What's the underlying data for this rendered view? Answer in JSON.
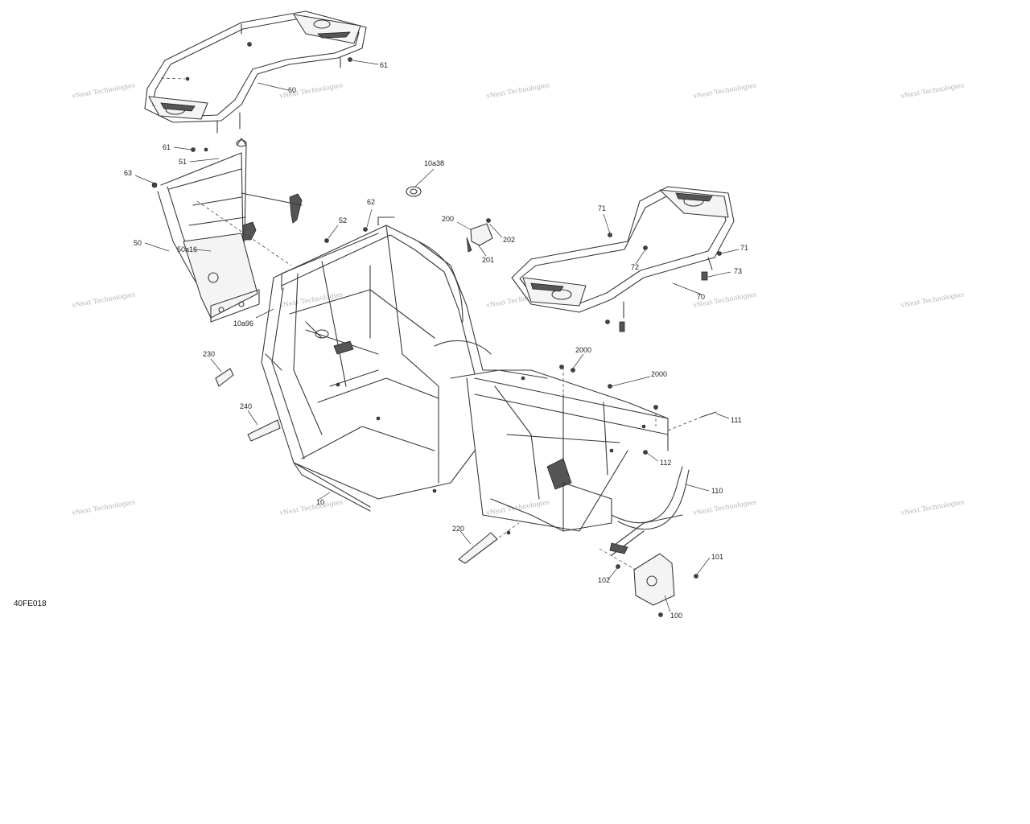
{
  "diagram": {
    "reference_code": "40FE018",
    "watermark_text": "vNext Technologies",
    "callouts": [
      {
        "id": "61a",
        "label": "61"
      },
      {
        "id": "60",
        "label": "60"
      },
      {
        "id": "61b",
        "label": "61"
      },
      {
        "id": "51",
        "label": "51"
      },
      {
        "id": "63",
        "label": "63"
      },
      {
        "id": "50",
        "label": "50"
      },
      {
        "id": "50a16",
        "label": "50a16"
      },
      {
        "id": "10a96",
        "label": "10a96"
      },
      {
        "id": "52",
        "label": "52"
      },
      {
        "id": "62",
        "label": "62"
      },
      {
        "id": "10a38",
        "label": "10a38"
      },
      {
        "id": "200",
        "label": "200"
      },
      {
        "id": "202",
        "label": "202"
      },
      {
        "id": "201",
        "label": "201"
      },
      {
        "id": "71a",
        "label": "71"
      },
      {
        "id": "71b",
        "label": "71"
      },
      {
        "id": "72",
        "label": "72"
      },
      {
        "id": "73",
        "label": "73"
      },
      {
        "id": "70",
        "label": "70"
      },
      {
        "id": "230",
        "label": "230"
      },
      {
        "id": "240",
        "label": "240"
      },
      {
        "id": "2000a",
        "label": "2000"
      },
      {
        "id": "2000b",
        "label": "2000"
      },
      {
        "id": "111",
        "label": "111"
      },
      {
        "id": "112",
        "label": "112"
      },
      {
        "id": "110",
        "label": "110"
      },
      {
        "id": "10",
        "label": "10"
      },
      {
        "id": "220",
        "label": "220"
      },
      {
        "id": "101",
        "label": "101"
      },
      {
        "id": "102",
        "label": "102"
      },
      {
        "id": "100",
        "label": "100"
      }
    ]
  }
}
